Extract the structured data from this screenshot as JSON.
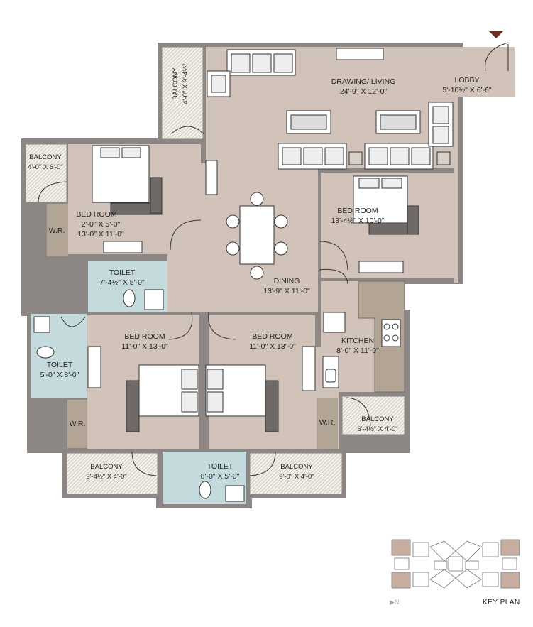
{
  "rooms": {
    "drawing_living": {
      "name": "DRAWING/ LIVING",
      "size": "24'-9\" X 12'-0\""
    },
    "lobby": {
      "name": "LOBBY",
      "size": "5'-10½\" X 6'-6\""
    },
    "balcony_top": {
      "name": "BALCONY",
      "size": "4'-0\" X 9'-4½\""
    },
    "balcony_left_upper": {
      "name": "BALCONY",
      "size": "4'-0\" X 6'-0\""
    },
    "bedroom_left_upper": {
      "name": "BED ROOM",
      "size1": "2'-0\" X 5'-0\"",
      "size2": "13'-0\" X 11'-0\""
    },
    "wr_left_upper": {
      "name": "W.R."
    },
    "bedroom_right": {
      "name": "BED ROOM",
      "size": "13'-4½\" X 10'-0\""
    },
    "toilet_upper": {
      "name": "TOILET",
      "size": "7'-4½\" X 5'-0\""
    },
    "dining": {
      "name": "DINING",
      "size": "13'-9\" X 11'-0\""
    },
    "kitchen": {
      "name": "KITCHEN",
      "size": "8'-0\" X 11'-0\""
    },
    "toilet_left": {
      "name": "TOILET",
      "size": "5'-0\" X 8'-0\""
    },
    "bedroom_lower_left": {
      "name": "BED ROOM",
      "size": "11'-0\" X 13'-0\""
    },
    "bedroom_lower_right": {
      "name": "BED ROOM",
      "size": "11'-0\" X 13'-0\""
    },
    "wr_lower_left": {
      "name": "W.R."
    },
    "wr_lower_right": {
      "name": "W.R."
    },
    "balcony_kitchen": {
      "name": "BALCONY",
      "size": "6'-4½\" X 4'-0\""
    },
    "balcony_lower_left": {
      "name": "BALCONY",
      "size": "9'-4½\" X 4'-0\""
    },
    "toilet_lower": {
      "name": "TOILET",
      "size": "8'-0\" X 5'-0\""
    },
    "balcony_lower_right": {
      "name": "BALCONY",
      "size": "9'-0\" X 4'-0\""
    }
  },
  "key_plan": {
    "label": "KEY PLAN",
    "north": "N"
  },
  "colors": {
    "wall": "#8c8785",
    "floor": "#d2c3ba",
    "wet": "#c4dadc",
    "wardrobe": "#b3a595",
    "accent": "#6e2e22"
  }
}
